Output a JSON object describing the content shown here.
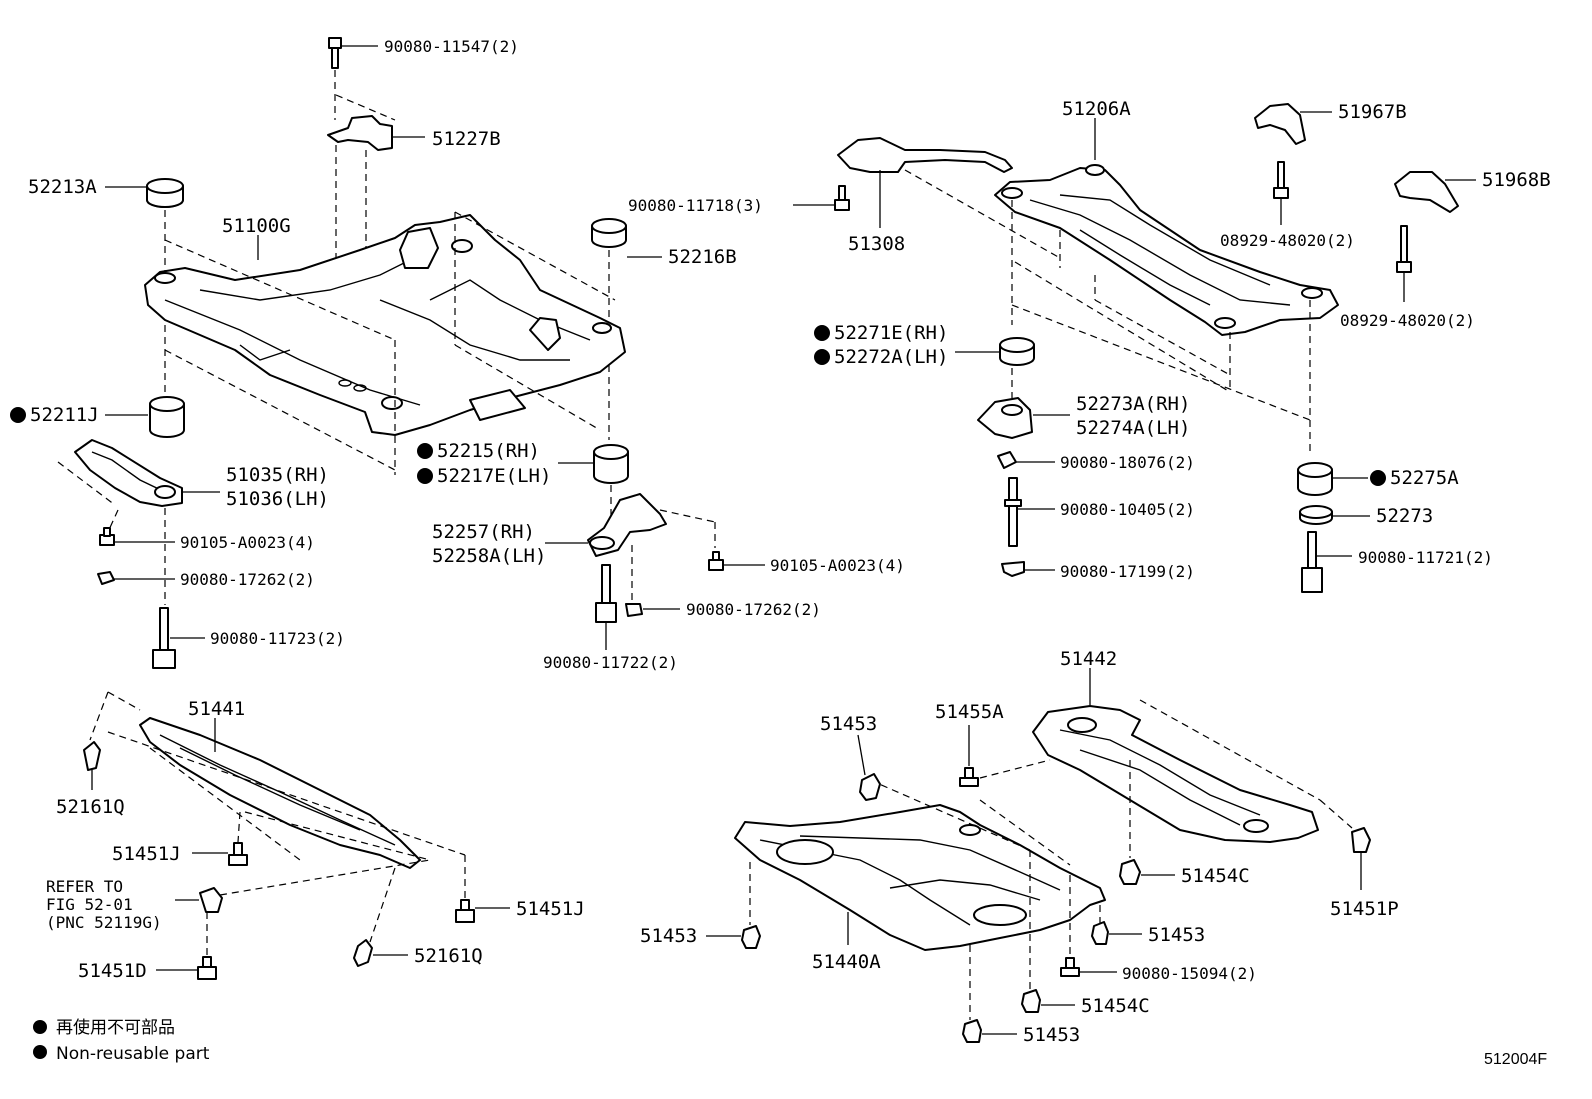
{
  "labels": {
    "p90080_11547": "90080-11547(2)",
    "p51227B": "51227B",
    "p52213A": "52213A",
    "p51100G": "51100G",
    "p52216B": "52216B",
    "p52211J": "52211J",
    "p51035": "51035(RH)",
    "p51036": "51036(LH)",
    "p90105_left": "90105-A0023(4)",
    "p90080_17262_left": "90080-17262(2)",
    "p90080_11723": "90080-11723(2)",
    "p52215": "52215(RH)",
    "p52217E": "52217E(LH)",
    "p52257": "52257(RH)",
    "p52258A": "52258A(LH)",
    "p90105_right": "90105-A0023(4)",
    "p90080_17262_right": "90080-17262(2)",
    "p90080_11722": "90080-11722(2)",
    "p51206A": "51206A",
    "p90080_11718": "90080-11718(3)",
    "p51308": "51308",
    "p51967B": "51967B",
    "p51968B": "51968B",
    "p08929_a": "08929-48020(2)",
    "p08929_b": "08929-48020(2)",
    "p52271E": "52271E(RH)",
    "p52272A": "52272A(LH)",
    "p52273A": "52273A(RH)",
    "p52274A": "52274A(LH)",
    "p90080_18076": "90080-18076(2)",
    "p90080_10405": "90080-10405(2)",
    "p90080_17199": "90080-17199(2)",
    "p52275A": "52275A",
    "p52273": "52273",
    "p90080_11721": "90080-11721(2)",
    "p51441": "51441",
    "p52161Q_a": "52161Q",
    "p51451J_a": "51451J",
    "p51451J_b": "51451J",
    "p52161Q_b": "52161Q",
    "p51451D": "51451D",
    "refer1": "REFER TO",
    "refer2": "FIG 52-01",
    "refer3": "(PNC 52119G)",
    "p51442": "51442",
    "p51453_top": "51453",
    "p51455A": "51455A",
    "p51454C_a": "51454C",
    "p51451P": "51451P",
    "p51453_left": "51453",
    "p51440A": "51440A",
    "p51453_right": "51453",
    "p90080_15094": "90080-15094(2)",
    "p51454C_b": "51454C",
    "p51453_bottom": "51453"
  },
  "legend": {
    "line_jp": "再使用不可部品",
    "line_en": "Non-reusable part"
  },
  "figure_id": "512004F"
}
